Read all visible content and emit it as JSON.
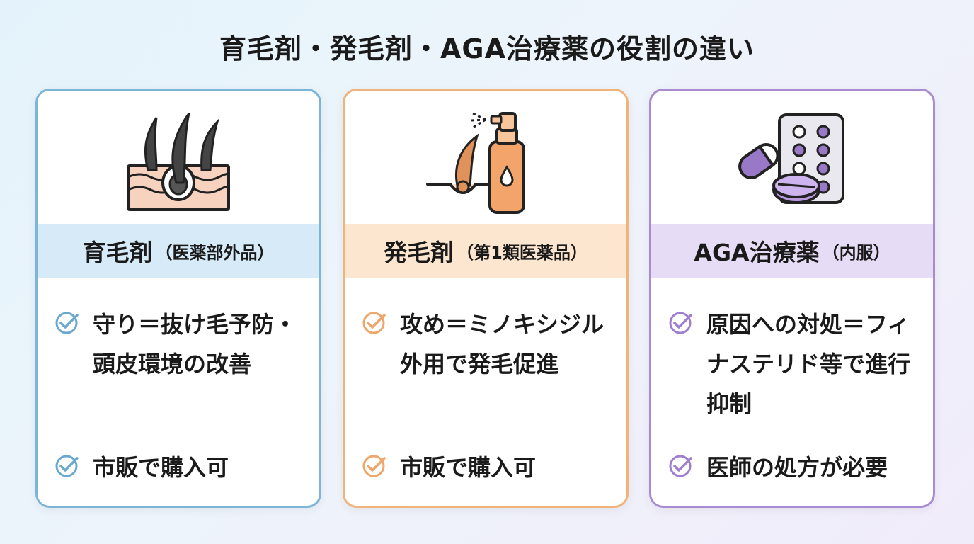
{
  "title": "育毛剤・発毛剤・AGA治療薬の役割の違い",
  "colors": {
    "ikumo_accent": "#7db5d8",
    "hatsumo_accent": "#f0b37a",
    "aga_accent": "#a98bd1"
  },
  "cards": [
    {
      "icon": "hair-follicle-skin-icon",
      "name": "育毛剤",
      "category": "（医薬部外品）",
      "points": [
        "守り＝抜け毛予防・頭皮環境の改善",
        "市販で購入可"
      ]
    },
    {
      "icon": "spray-bottle-hair-icon",
      "name": "発毛剤",
      "category": "（第1類医薬品）",
      "points": [
        "攻め＝ミノキシジル外用で発毛促進",
        "市販で購入可"
      ]
    },
    {
      "icon": "pills-blister-pack-icon",
      "name": "AGA治療薬",
      "category": "（内服）",
      "points": [
        "原因への対処＝フィナステリド等で進行抑制",
        "医師の処方が必要"
      ]
    }
  ]
}
